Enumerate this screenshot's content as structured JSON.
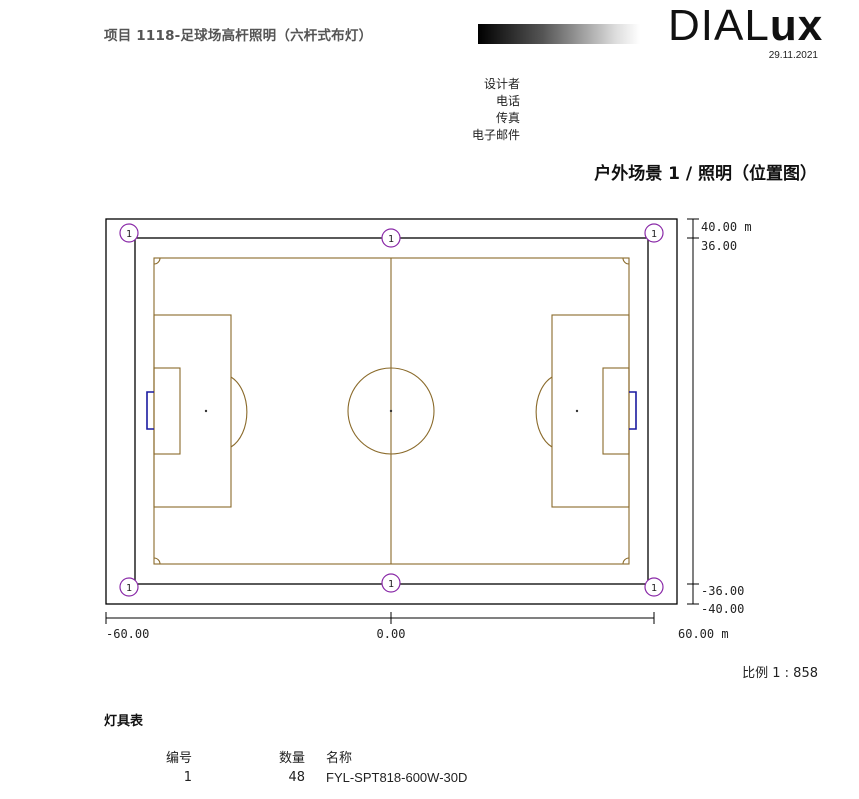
{
  "header": {
    "project_title": "项目 1118-足球场高杆照明（六杆式布灯）",
    "logo_regular": "DIAL",
    "logo_bold": "ux",
    "date": "29.11.2021"
  },
  "contact": {
    "designer": "设计者",
    "phone": "电话",
    "fax": "传真",
    "email": "电子邮件"
  },
  "scene_title": "户外场景 1 / 照明（位置图）",
  "plan": {
    "x_min_label": "-60.00",
    "x_mid_label": "0.00",
    "x_max_label": "60.00 m",
    "y_top_outer_label": "40.00 m",
    "y_top_inner_label": "36.00",
    "y_bottom_inner_label": "-36.00",
    "y_bottom_outer_label": "-40.00",
    "luminaire_marker": "1",
    "colors": {
      "field_lines": "#8a6a2a",
      "outline": "#000000",
      "goals": "#1a1aa0",
      "luminaire": "#8a2aa8"
    }
  },
  "scale_label": "比例 1 : 858",
  "luminaire_table": {
    "title": "灯具表",
    "headers": {
      "num": "编号",
      "qty": "数量",
      "name": "名称"
    },
    "rows": [
      {
        "num": "1",
        "qty": "48",
        "name": "FYL-SPT818-600W-30D"
      }
    ]
  }
}
